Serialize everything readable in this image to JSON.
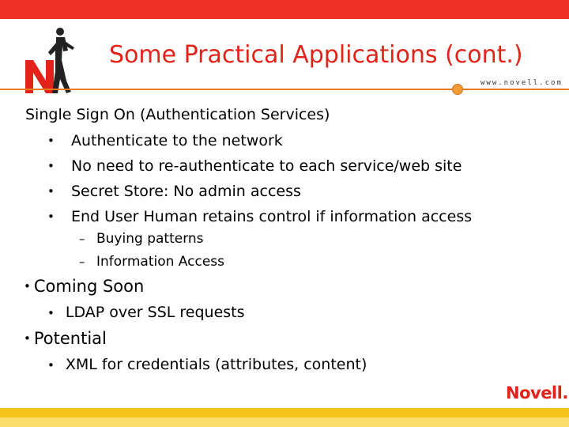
{
  "slide": {
    "title": "Some Practical Applications (cont.)",
    "url": "www.novell.com",
    "heading": "Single Sign On (Authentication Services)",
    "bullets": [
      "Authenticate to the network",
      "No need to re-authenticate to each service/web site",
      "Secret Store: No admin access",
      "End User Human retains control if information access"
    ],
    "sub_bullets": [
      "Buying patterns",
      "Information Access"
    ],
    "coming_soon": {
      "label": "Coming Soon",
      "items": [
        "LDAP over SSL requests"
      ]
    },
    "potential": {
      "label": "Potential",
      "items": [
        "XML for credentials (attributes, content)"
      ]
    },
    "brand": "Novell."
  },
  "colors": {
    "accent_red": "#e2231a",
    "rule_orange": "#e87b22",
    "band_yellow": "#f5c31c"
  },
  "icons": {
    "logo": "novell-n-figure-icon"
  }
}
